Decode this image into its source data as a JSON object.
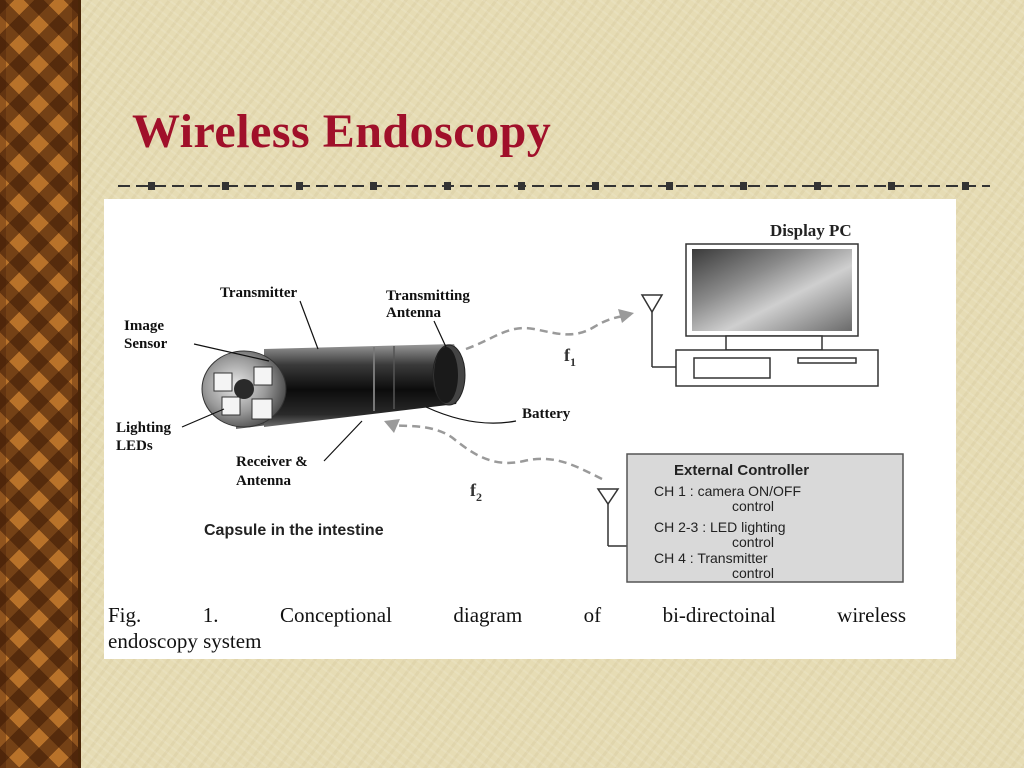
{
  "slide": {
    "title": "Wireless Endoscopy"
  },
  "diagram": {
    "labels": {
      "display_pc": "Display PC",
      "transmitter": "Transmitter",
      "transmitting_antenna_1": "Transmitting",
      "transmitting_antenna_2": "Antenna",
      "image_sensor_1": "Image",
      "image_sensor_2": "Sensor",
      "lighting_leds_1": "Lighting",
      "lighting_leds_2": "LEDs",
      "battery": "Battery",
      "receiver_antenna_1": "Receiver &",
      "receiver_antenna_2": "Antenna",
      "f1_base": "f",
      "f1_sub": "1",
      "f2_base": "f",
      "f2_sub": "2",
      "capsule_caption": "Capsule in the intestine"
    },
    "controller": {
      "title": "External Controller",
      "lines": [
        "CH 1 : camera ON/OFF",
        "control",
        "CH 2-3 : LED lighting",
        "control",
        "CH 4 : Transmitter",
        "control"
      ]
    },
    "figure_caption_line1": "Fig. 1. Conceptional diagram of bi-directoinal wireless",
    "figure_caption_line2": "endoscopy system"
  },
  "colors": {
    "title": "#a0102a",
    "background": "#e6dcb4",
    "strip": "#b8722a"
  }
}
